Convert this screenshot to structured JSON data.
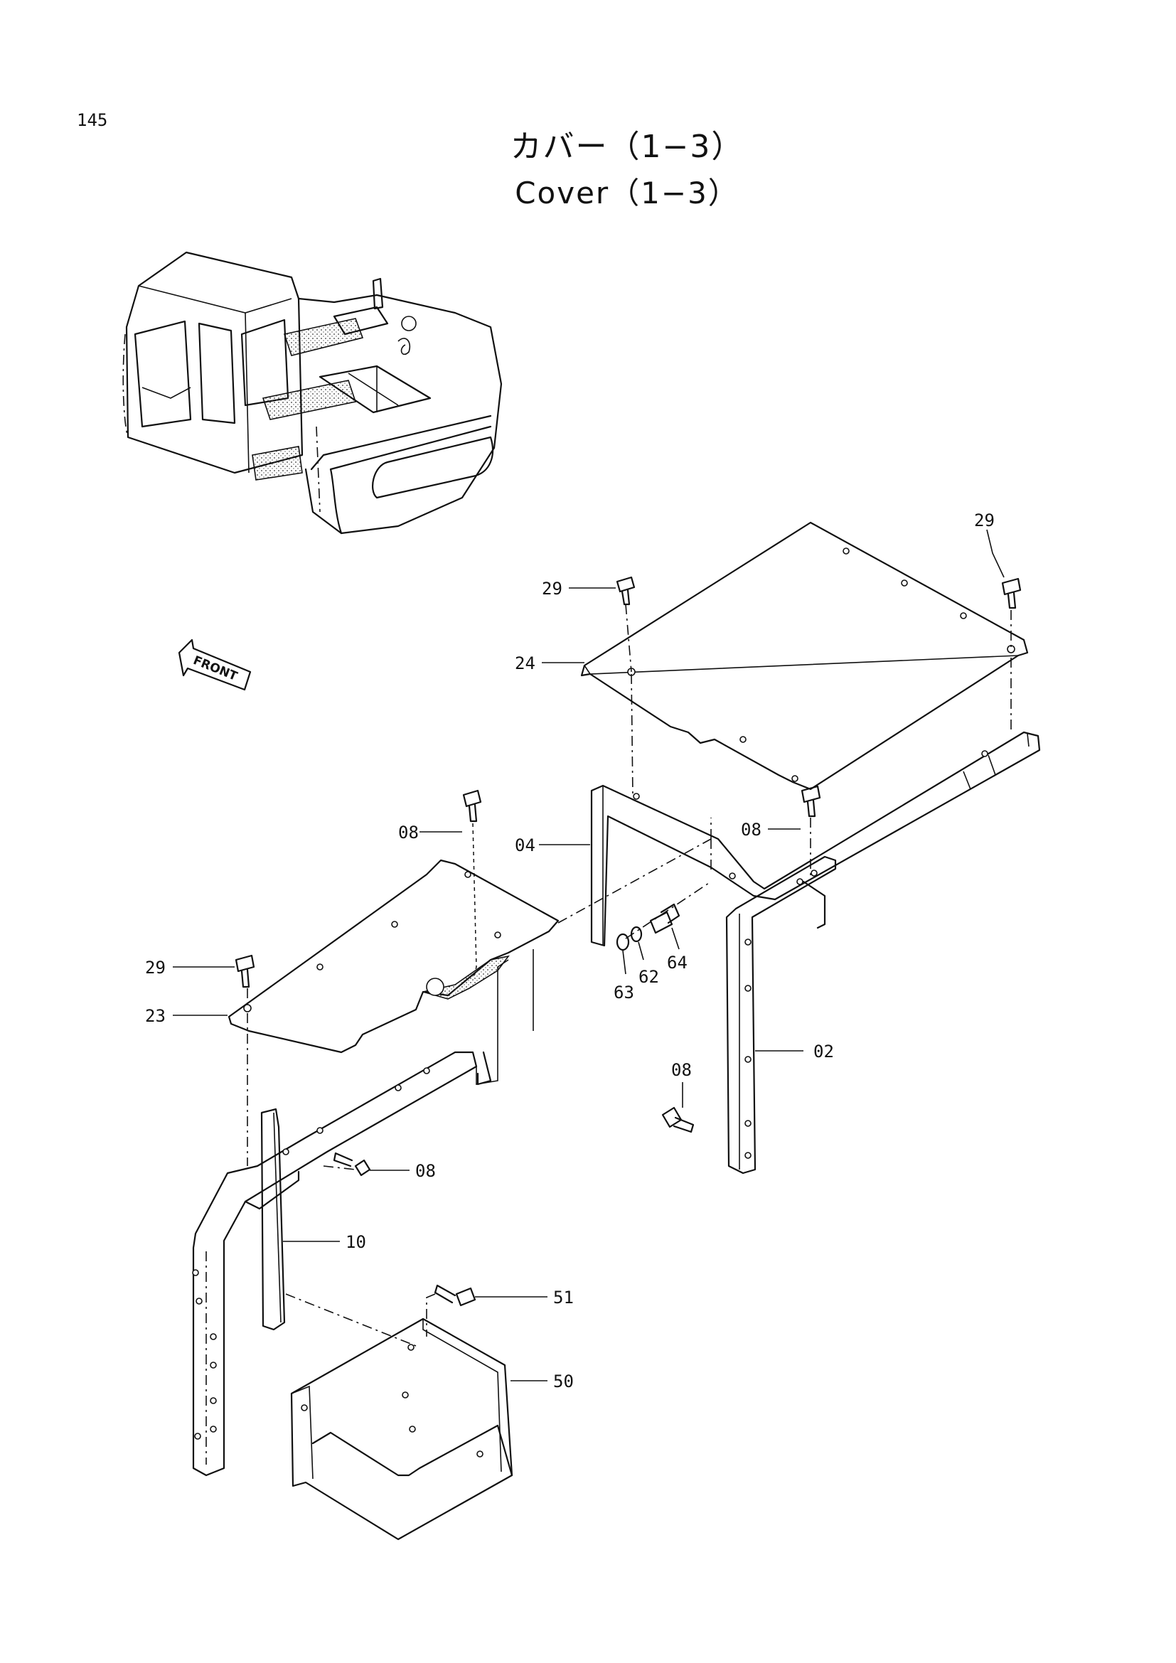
{
  "page_number": "145",
  "title_jp": "カバー（1−3）",
  "title_en": "Cover（1−3）",
  "front_marker": "FRONT",
  "callouts": {
    "c29a": "29",
    "c29b": "29",
    "c24": "24",
    "c08a": "08",
    "c04": "04",
    "c08b": "08",
    "c29c": "29",
    "c23": "23",
    "c63": "63",
    "c62": "62",
    "c64": "64",
    "c02": "02",
    "c08c": "08",
    "c08d": "08",
    "c10": "10",
    "c51": "51",
    "c50": "50"
  }
}
